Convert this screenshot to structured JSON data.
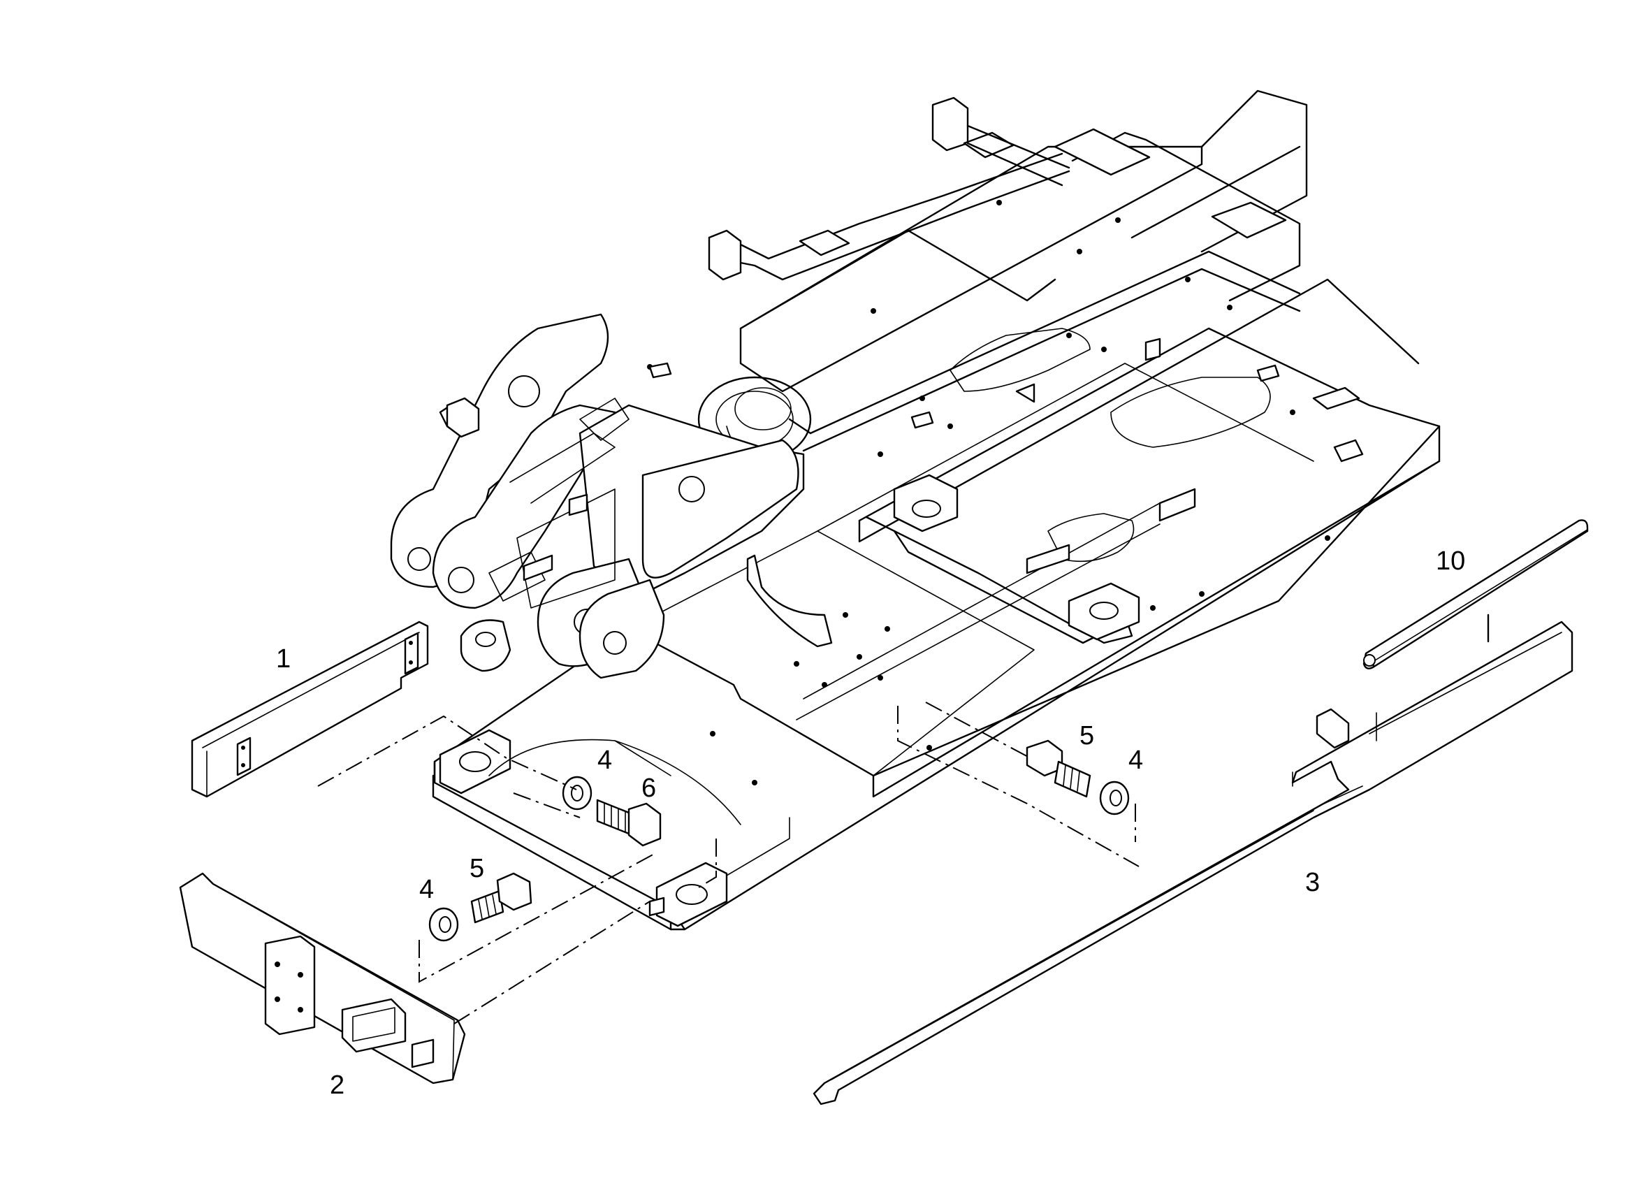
{
  "callouts": [
    {
      "label": "1"
    },
    {
      "label": "2"
    },
    {
      "label": "3"
    },
    {
      "label": "4"
    },
    {
      "label": "4"
    },
    {
      "label": "4"
    },
    {
      "label": "5"
    },
    {
      "label": "5"
    },
    {
      "label": "6"
    },
    {
      "label": "10"
    }
  ]
}
